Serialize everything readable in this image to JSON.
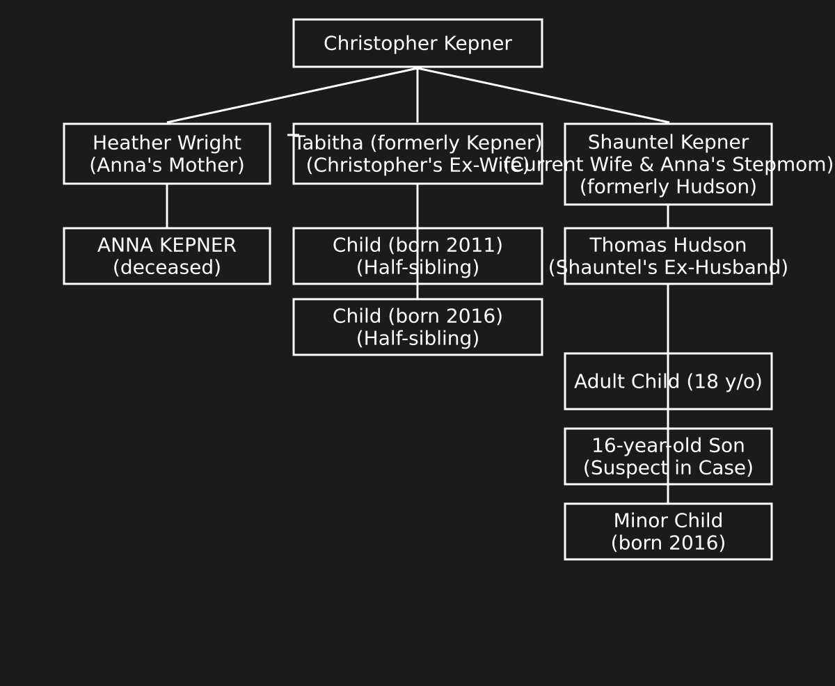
{
  "colors": {
    "background": "#1b1b1b",
    "stroke": "#ffffff",
    "text": "#ffffff"
  },
  "nodes": {
    "christopher": {
      "lines": [
        "Christopher Kepner"
      ]
    },
    "heather": {
      "lines": [
        "Heather Wright",
        "(Anna's Mother)"
      ]
    },
    "tabitha": {
      "lines": [
        "Tabitha (formerly Kepner)",
        "(Christopher's Ex-Wife)"
      ]
    },
    "shauntel": {
      "lines": [
        "Shauntel Kepner",
        "(Current Wife & Anna's Stepmom)",
        "(formerly Hudson)"
      ]
    },
    "anna": {
      "lines": [
        "ANNA KEPNER",
        "(deceased)"
      ]
    },
    "child2011": {
      "lines": [
        "Child (born 2011)",
        "(Half-sibling)"
      ]
    },
    "child2016": {
      "lines": [
        "Child (born 2016)",
        "(Half-sibling)"
      ]
    },
    "thomas": {
      "lines": [
        "Thomas Hudson",
        "(Shauntel's Ex-Husband)"
      ]
    },
    "adultchild": {
      "lines": [
        "Adult Child (18 y/o)"
      ]
    },
    "son16": {
      "lines": [
        "16-year-old Son",
        "(Suspect in Case)"
      ]
    },
    "minorchild": {
      "lines": [
        "Minor Child",
        "(born 2016)"
      ]
    }
  }
}
